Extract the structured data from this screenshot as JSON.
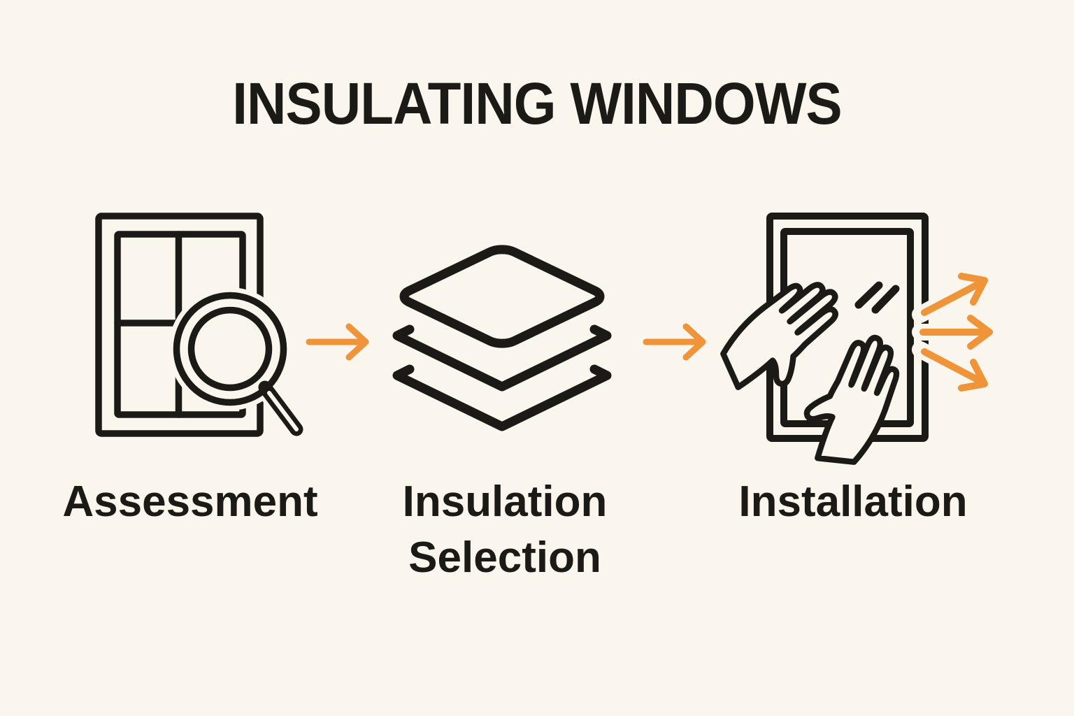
{
  "title": "INSULATING WINDOWS",
  "steps": [
    {
      "label": "Assessment",
      "icon": "window-magnifier-icon"
    },
    {
      "label": "Insulation Selection",
      "icon": "insulation-layers-icon"
    },
    {
      "label": "Installation",
      "icon": "hands-window-icon"
    }
  ],
  "icons": [
    "window-magnifier-icon",
    "flow-arrow-right-icon",
    "insulation-layers-icon",
    "flow-arrow-right-icon",
    "hands-window-icon",
    "heat-escape-arrows-icon"
  ],
  "colors": {
    "background": "#FAF5ED",
    "line": "#1C1A16",
    "accent": "#EF9439"
  }
}
